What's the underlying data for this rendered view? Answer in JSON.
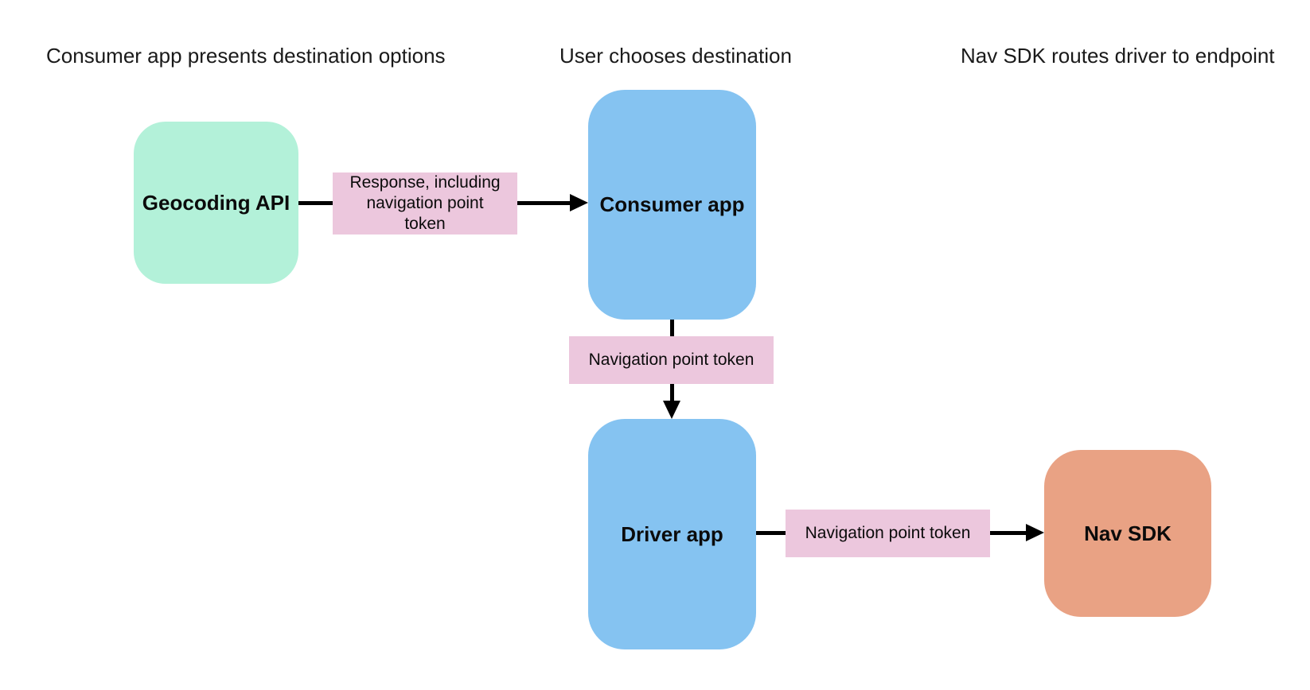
{
  "diagram": {
    "background": "#ffffff",
    "colors": {
      "mint": "#b3f1d9",
      "blue": "#85c3f1",
      "pink": "#ecc7dd",
      "orange": "#e9a284",
      "arrow": "#000000",
      "text": "#111111"
    },
    "stages": [
      {
        "label": "Consumer app presents destination options"
      },
      {
        "label": "User chooses destination"
      },
      {
        "label": "Nav SDK routes driver to endpoint"
      }
    ],
    "nodes": [
      {
        "id": "geocoding-api",
        "label": "Geocoding API",
        "color": "mint"
      },
      {
        "id": "consumer-app",
        "label": "Consumer app",
        "color": "blue"
      },
      {
        "id": "driver-app",
        "label": "Driver app",
        "color": "blue"
      },
      {
        "id": "nav-sdk",
        "label": "Nav SDK",
        "color": "orange"
      }
    ],
    "edges": [
      {
        "id": "geocoding-to-consumer",
        "label": "Response, including\nnavigation point\ntoken"
      },
      {
        "id": "consumer-to-driver",
        "label": "Navigation point token"
      },
      {
        "id": "driver-to-nav-sdk",
        "label": "Navigation point token"
      }
    ]
  }
}
